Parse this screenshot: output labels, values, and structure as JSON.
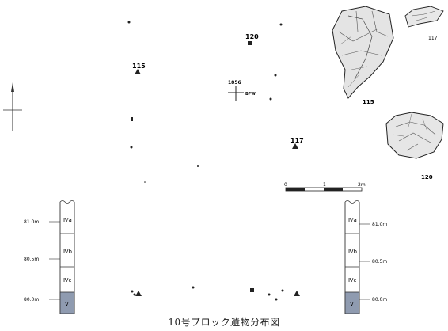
{
  "figure": {
    "caption": "10号ブロック遺物分布図"
  },
  "artifacts": [
    {
      "id": "120",
      "label": "120",
      "symbol": "square"
    },
    {
      "id": "115",
      "label": "115",
      "symbol": "triangle"
    },
    {
      "id": "117",
      "label": "117",
      "symbol": "triangle"
    }
  ],
  "marker": {
    "label_top": "1856",
    "label_right": "BFW"
  },
  "scale_bar": {
    "ticks": [
      "0",
      "1",
      "2m"
    ]
  },
  "columns": {
    "layers": [
      "Ⅳa",
      "Ⅳb",
      "Ⅳc",
      "Ⅴ"
    ],
    "elevations": [
      "81.0m",
      "80.5m",
      "80.0m"
    ],
    "highlight_color": "#8f9bb0"
  },
  "drawings": [
    {
      "id": "115",
      "label": "115"
    },
    {
      "id": "117",
      "label": "117"
    },
    {
      "id": "120",
      "label": "120"
    }
  ]
}
